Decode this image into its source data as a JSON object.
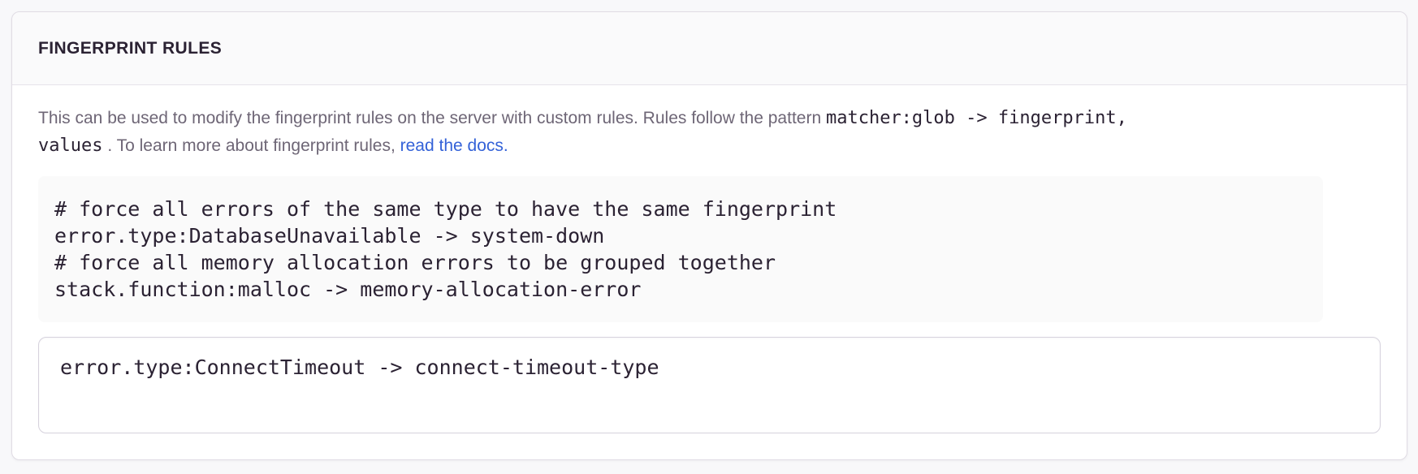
{
  "panel": {
    "title": "FINGERPRINT RULES",
    "description": {
      "line1_text": "This can be used to modify the fingerprint rules on the server with custom rules. Rules follow the pattern ",
      "line1_code": "matcher:glob -> fingerprint,",
      "line2_code": "values",
      "line2_text": " . To learn more about fingerprint rules, ",
      "link_text": "read the docs."
    },
    "example_code": "# force all errors of the same type to have the same fingerprint\nerror.type:DatabaseUnavailable -> system-down\n# force all memory allocation errors to be grouped together\nstack.function:malloc -> memory-allocation-error",
    "rules_input": {
      "value": "error.type:ConnectTimeout -> connect-timeout-type"
    },
    "colors": {
      "link_blue": "#3462d8",
      "heading_text": "#2b2233",
      "body_text": "#6e6676",
      "code_background": "#fafafa"
    }
  }
}
